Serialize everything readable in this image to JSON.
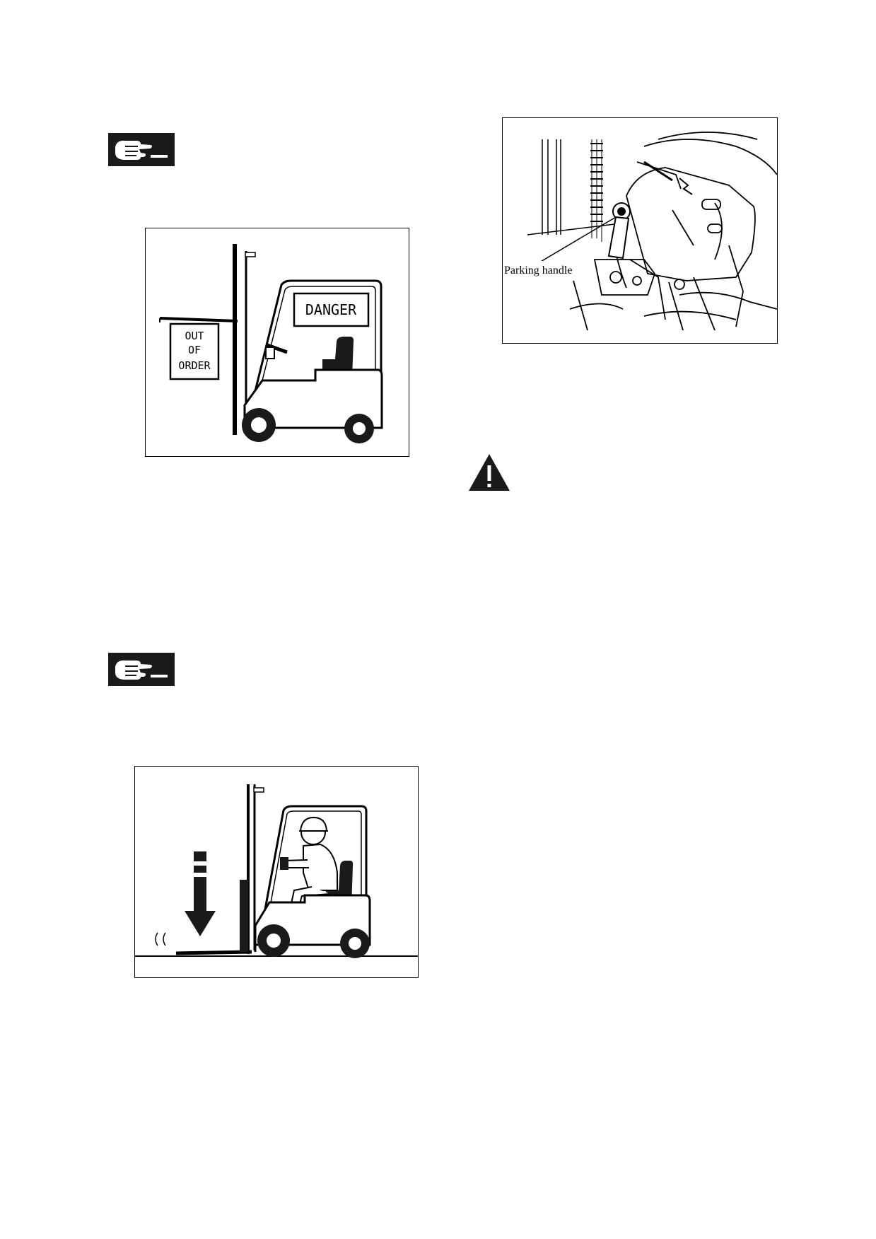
{
  "figure_top_left": {
    "sign_out_of_order": [
      "OUT",
      "OF",
      "ORDER"
    ],
    "sign_danger": "DANGER"
  },
  "figure_parking": {
    "callout_label": "Parking handle"
  },
  "icons": {
    "note_hand_1": "pointing-hand-icon",
    "note_hand_2": "pointing-hand-icon",
    "warning": "warning-triangle-icon"
  }
}
